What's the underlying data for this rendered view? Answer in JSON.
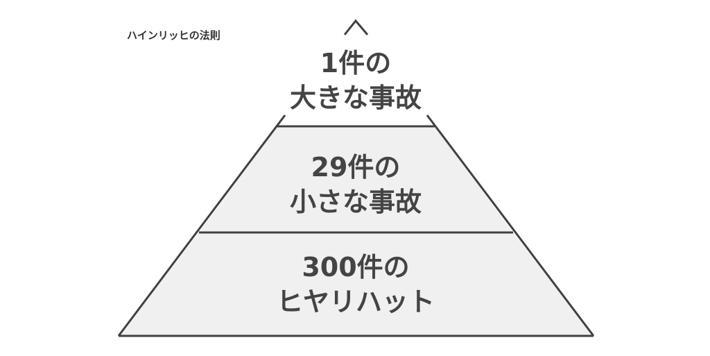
{
  "title": "ハインリッヒの法則",
  "levels": [
    {
      "count": "1件の",
      "label": "大きな事故"
    },
    {
      "count": "29件の",
      "label": "小さな事故"
    },
    {
      "count": "300件の",
      "label": "ヒヤリハット"
    }
  ],
  "colors": {
    "stroke": "#404040",
    "fill": "#f0f0f0",
    "text": "#444444"
  }
}
